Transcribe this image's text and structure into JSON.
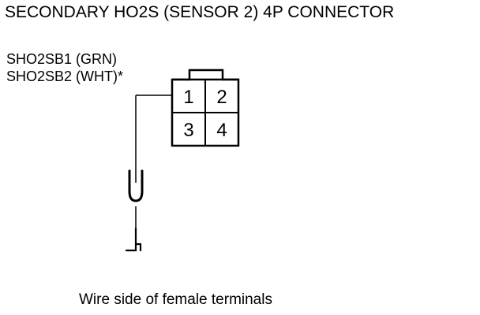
{
  "title": "SECONDARY HO2S (SENSOR 2) 4P CONNECTOR",
  "wires": [
    {
      "label": "SHO2SB1 (GRN)"
    },
    {
      "label": "SHO2SB2 (WHT)*"
    }
  ],
  "connector": {
    "pins": [
      "1",
      "2",
      "3",
      "4"
    ]
  },
  "caption": "Wire side of female terminals",
  "colors": {
    "ink": "#000000",
    "background": "#ffffff"
  }
}
